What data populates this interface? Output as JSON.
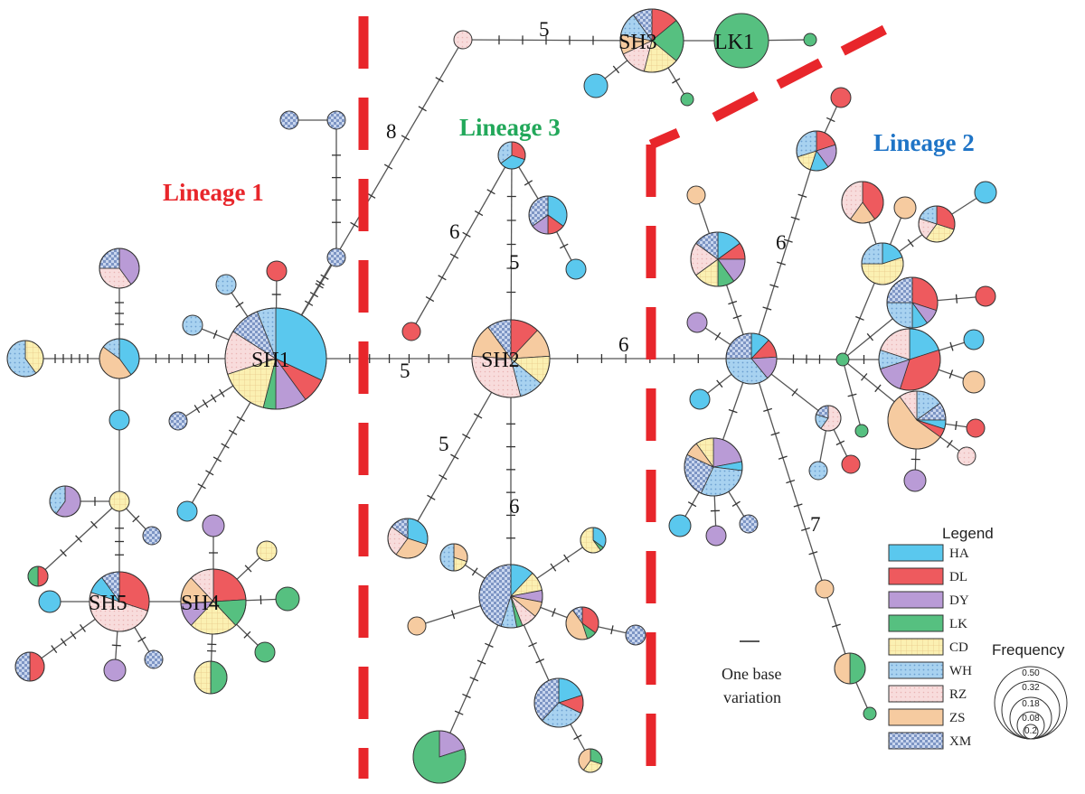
{
  "diagram": {
    "lineages": [
      {
        "label": "Lineage 1",
        "color": "#e8262b"
      },
      {
        "label": "Lineage 3",
        "color": "#22a85a"
      },
      {
        "label": "Lineage 2",
        "color": "#1f74c6"
      }
    ],
    "haplotype_labels": [
      "SH1",
      "SH2",
      "SH3",
      "SH4",
      "SH5",
      "LK1"
    ],
    "mutation_numbers": [
      "8",
      "5",
      "5",
      "6",
      "5",
      "6",
      "5",
      "6",
      "6",
      "7"
    ],
    "legend": {
      "title": "Legend",
      "items": [
        {
          "code": "HA",
          "color": "#5ac8ee",
          "pattern": "solid"
        },
        {
          "code": "DL",
          "color": "#ee5a5e",
          "pattern": "solid"
        },
        {
          "code": "DY",
          "color": "#b99bd6",
          "pattern": "solid"
        },
        {
          "code": "LK",
          "color": "#56c080",
          "pattern": "solid"
        },
        {
          "code": "CD",
          "color": "#fbf0b2",
          "pattern": "grid"
        },
        {
          "code": "WH",
          "color": "#a8d2f0",
          "pattern": "dots"
        },
        {
          "code": "RZ",
          "color": "#f8dcdc",
          "pattern": "dots"
        },
        {
          "code": "ZS",
          "color": "#f6cba0",
          "pattern": "solid"
        },
        {
          "code": "XM",
          "color": "#a9bde0",
          "pattern": "check"
        }
      ],
      "base_variation": [
        "One base",
        "variation"
      ],
      "frequency_title": "Frequency",
      "frequency_values": [
        "0.50",
        "0.32",
        "0.18",
        "0.08",
        "0.2"
      ]
    }
  }
}
